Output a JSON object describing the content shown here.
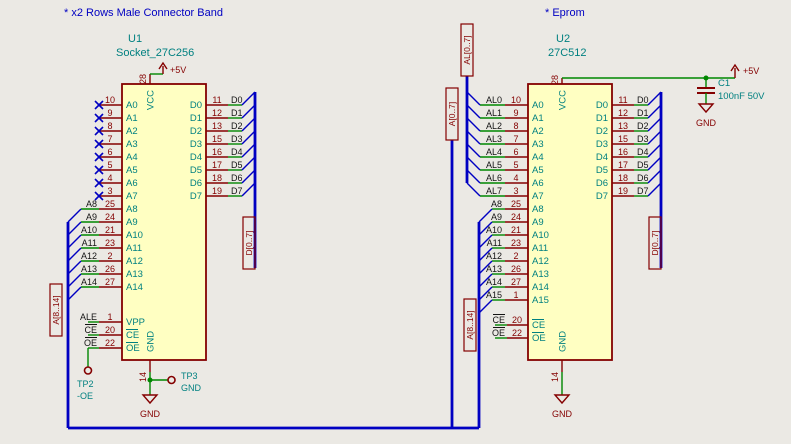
{
  "comments": {
    "left": "* x2 Rows Male Connector Band",
    "right": "* Eprom"
  },
  "power": {
    "plus5v": "+5V",
    "gnd": "GND"
  },
  "u1": {
    "ref": "U1",
    "value": "Socket_27C256",
    "vcc": {
      "num": "28",
      "name": "VCC"
    },
    "gnd": {
      "num": "14",
      "name": "GND"
    },
    "nc_pins": [
      {
        "num": "10",
        "name": "A0"
      },
      {
        "num": "9",
        "name": "A1"
      },
      {
        "num": "8",
        "name": "A2"
      },
      {
        "num": "7",
        "name": "A3"
      },
      {
        "num": "6",
        "name": "A4"
      },
      {
        "num": "5",
        "name": "A5"
      },
      {
        "num": "4",
        "name": "A6"
      },
      {
        "num": "3",
        "name": "A7"
      }
    ],
    "addr_pins": [
      {
        "label": "A8",
        "num": "25",
        "name": "A8"
      },
      {
        "label": "A9",
        "num": "24",
        "name": "A9"
      },
      {
        "label": "A10",
        "num": "21",
        "name": "A10"
      },
      {
        "label": "A11",
        "num": "23",
        "name": "A11"
      },
      {
        "label": "A12",
        "num": "2",
        "name": "A12"
      },
      {
        "label": "A13",
        "num": "26",
        "name": "A13"
      },
      {
        "label": "A14",
        "num": "27",
        "name": "A14"
      }
    ],
    "ctrl_pins": [
      {
        "label": "ALE",
        "num": "1",
        "name": "VPP",
        "overline": false
      },
      {
        "label": "CE",
        "num": "20",
        "name": "CE",
        "overline": true
      },
      {
        "label": "OE",
        "num": "22",
        "name": "OE",
        "overline": true
      }
    ],
    "data_pins": [
      {
        "num": "11",
        "label": "D0",
        "name": "D0"
      },
      {
        "num": "12",
        "label": "D1",
        "name": "D1"
      },
      {
        "num": "13",
        "label": "D2",
        "name": "D2"
      },
      {
        "num": "15",
        "label": "D3",
        "name": "D3"
      },
      {
        "num": "16",
        "label": "D4",
        "name": "D4"
      },
      {
        "num": "17",
        "label": "D5",
        "name": "D5"
      },
      {
        "num": "18",
        "label": "D6",
        "name": "D6"
      },
      {
        "num": "19",
        "label": "D7",
        "name": "D7"
      }
    ],
    "bus_left": "A[8..14]",
    "bus_right": "D[0..7]"
  },
  "u2": {
    "ref": "U2",
    "value": "27C512",
    "vcc": {
      "num": "28",
      "name": "VCC"
    },
    "gnd": {
      "num": "14",
      "name": "GND"
    },
    "al_pins": [
      {
        "label": "AL0",
        "num": "10",
        "name": "A0"
      },
      {
        "label": "AL1",
        "num": "9",
        "name": "A1"
      },
      {
        "label": "AL2",
        "num": "8",
        "name": "A2"
      },
      {
        "label": "AL3",
        "num": "7",
        "name": "A3"
      },
      {
        "label": "AL4",
        "num": "6",
        "name": "A4"
      },
      {
        "label": "AL5",
        "num": "5",
        "name": "A5"
      },
      {
        "label": "AL6",
        "num": "4",
        "name": "A6"
      },
      {
        "label": "AL7",
        "num": "3",
        "name": "A7"
      }
    ],
    "addr_pins": [
      {
        "label": "A8",
        "num": "25",
        "name": "A8"
      },
      {
        "label": "A9",
        "num": "24",
        "name": "A9"
      },
      {
        "label": "A10",
        "num": "21",
        "name": "A10"
      },
      {
        "label": "A11",
        "num": "23",
        "name": "A11"
      },
      {
        "label": "A12",
        "num": "2",
        "name": "A12"
      },
      {
        "label": "A13",
        "num": "26",
        "name": "A13"
      },
      {
        "label": "A14",
        "num": "27",
        "name": "A14"
      },
      {
        "label": "A15",
        "num": "1",
        "name": "A15"
      }
    ],
    "ctrl_pins": [
      {
        "label": "CE",
        "num": "20",
        "name": "CE",
        "overline": true
      },
      {
        "label": "OE",
        "num": "22",
        "name": "OE",
        "overline": true
      }
    ],
    "data_pins": [
      {
        "num": "11",
        "label": "D0",
        "name": "D0"
      },
      {
        "num": "12",
        "label": "D1",
        "name": "D1"
      },
      {
        "num": "13",
        "label": "D2",
        "name": "D2"
      },
      {
        "num": "15",
        "label": "D3",
        "name": "D3"
      },
      {
        "num": "16",
        "label": "D4",
        "name": "D4"
      },
      {
        "num": "17",
        "label": "D5",
        "name": "D5"
      },
      {
        "num": "18",
        "label": "D6",
        "name": "D6"
      },
      {
        "num": "19",
        "label": "D7",
        "name": "D7"
      }
    ],
    "bus_al": "AL[0..7]",
    "bus_a07": "A[0..7]",
    "bus_left": "A[8..14]",
    "bus_right": "D[0..7]"
  },
  "tp2": {
    "ref": "TP2",
    "value": "-OE"
  },
  "tp3": {
    "ref": "TP3",
    "value": "GND"
  },
  "c1": {
    "ref": "C1",
    "value": "100nF 50V"
  }
}
